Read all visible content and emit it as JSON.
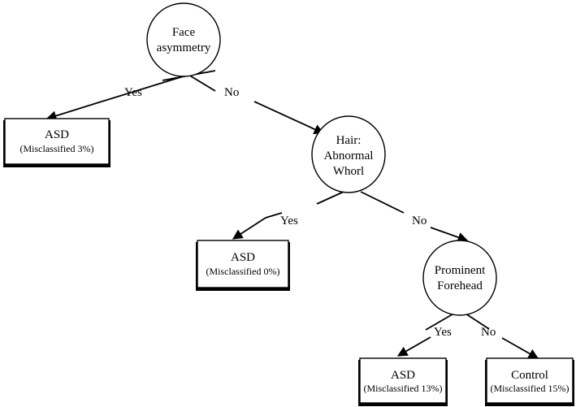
{
  "decision_nodes": [
    {
      "id": "n1",
      "lines": [
        "Face",
        "asymmetry"
      ]
    },
    {
      "id": "n2",
      "lines": [
        "Hair:",
        "Abnormal",
        "Whorl"
      ]
    },
    {
      "id": "n3",
      "lines": [
        "Prominent",
        "Forehead"
      ]
    }
  ],
  "leaves": [
    {
      "id": "l1",
      "title": "ASD",
      "subtitle": "(Misclassified 3%)"
    },
    {
      "id": "l2",
      "title": "ASD",
      "subtitle": "(Misclassified 0%)"
    },
    {
      "id": "l3",
      "title": "ASD",
      "subtitle": "(Misclassified 13%)"
    },
    {
      "id": "l4",
      "title": "Control",
      "subtitle": "(Misclassified 15%)"
    }
  ],
  "edge_labels": {
    "n1_yes": "Yes",
    "n1_no": "No",
    "n2_yes": "Yes",
    "n2_no": "No",
    "n3_yes": "Yes",
    "n3_no": "No"
  }
}
